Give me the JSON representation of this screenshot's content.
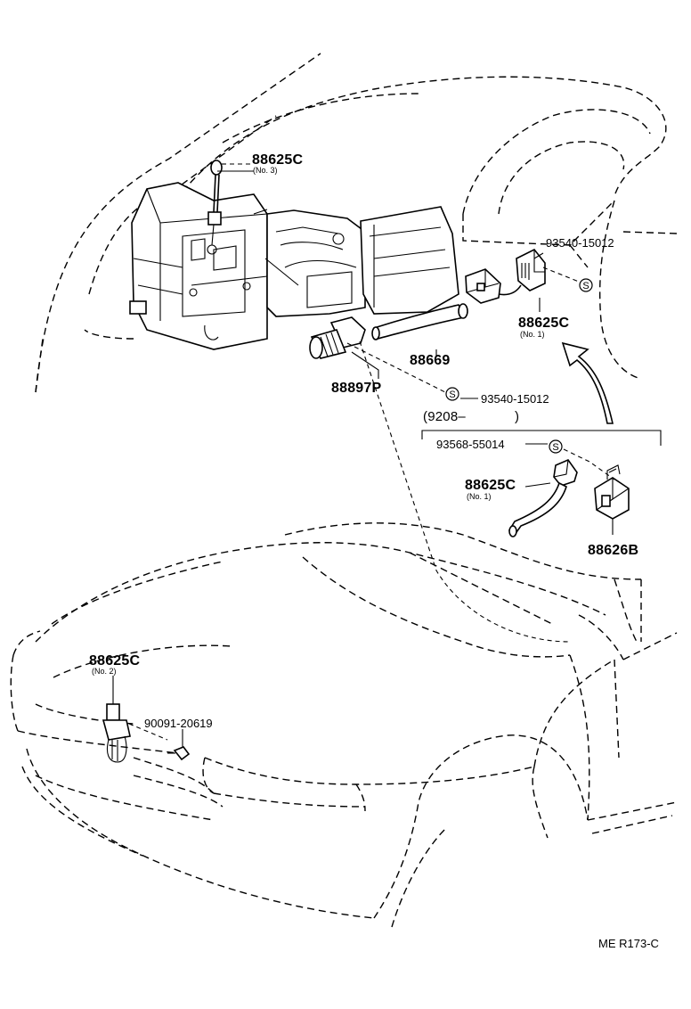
{
  "diagram": {
    "reference_code": "ME R173-C",
    "callouts": [
      {
        "id": "c1",
        "part": "88625C",
        "note": "(No. 3)"
      },
      {
        "id": "c2",
        "part": "93540-15012",
        "note": ""
      },
      {
        "id": "c3",
        "part": "88625C",
        "note": "(No. 1)"
      },
      {
        "id": "c4",
        "part": "88669",
        "note": ""
      },
      {
        "id": "c5",
        "part": "88897P",
        "note": ""
      },
      {
        "id": "c6",
        "part": "93540-15012",
        "note": ""
      },
      {
        "id": "c7",
        "part": "93568-55014",
        "note": ""
      },
      {
        "id": "c8",
        "part": "88625C",
        "note": "(No. 1)"
      },
      {
        "id": "c9",
        "part": "88626B",
        "note": ""
      },
      {
        "id": "c10",
        "part": "88625C",
        "note": "(No. 2)"
      },
      {
        "id": "c11",
        "part": "90091-20619",
        "note": ""
      }
    ],
    "date_range_bracket": {
      "label": "(9208–",
      "close": ")"
    },
    "symbol_s": "S"
  }
}
